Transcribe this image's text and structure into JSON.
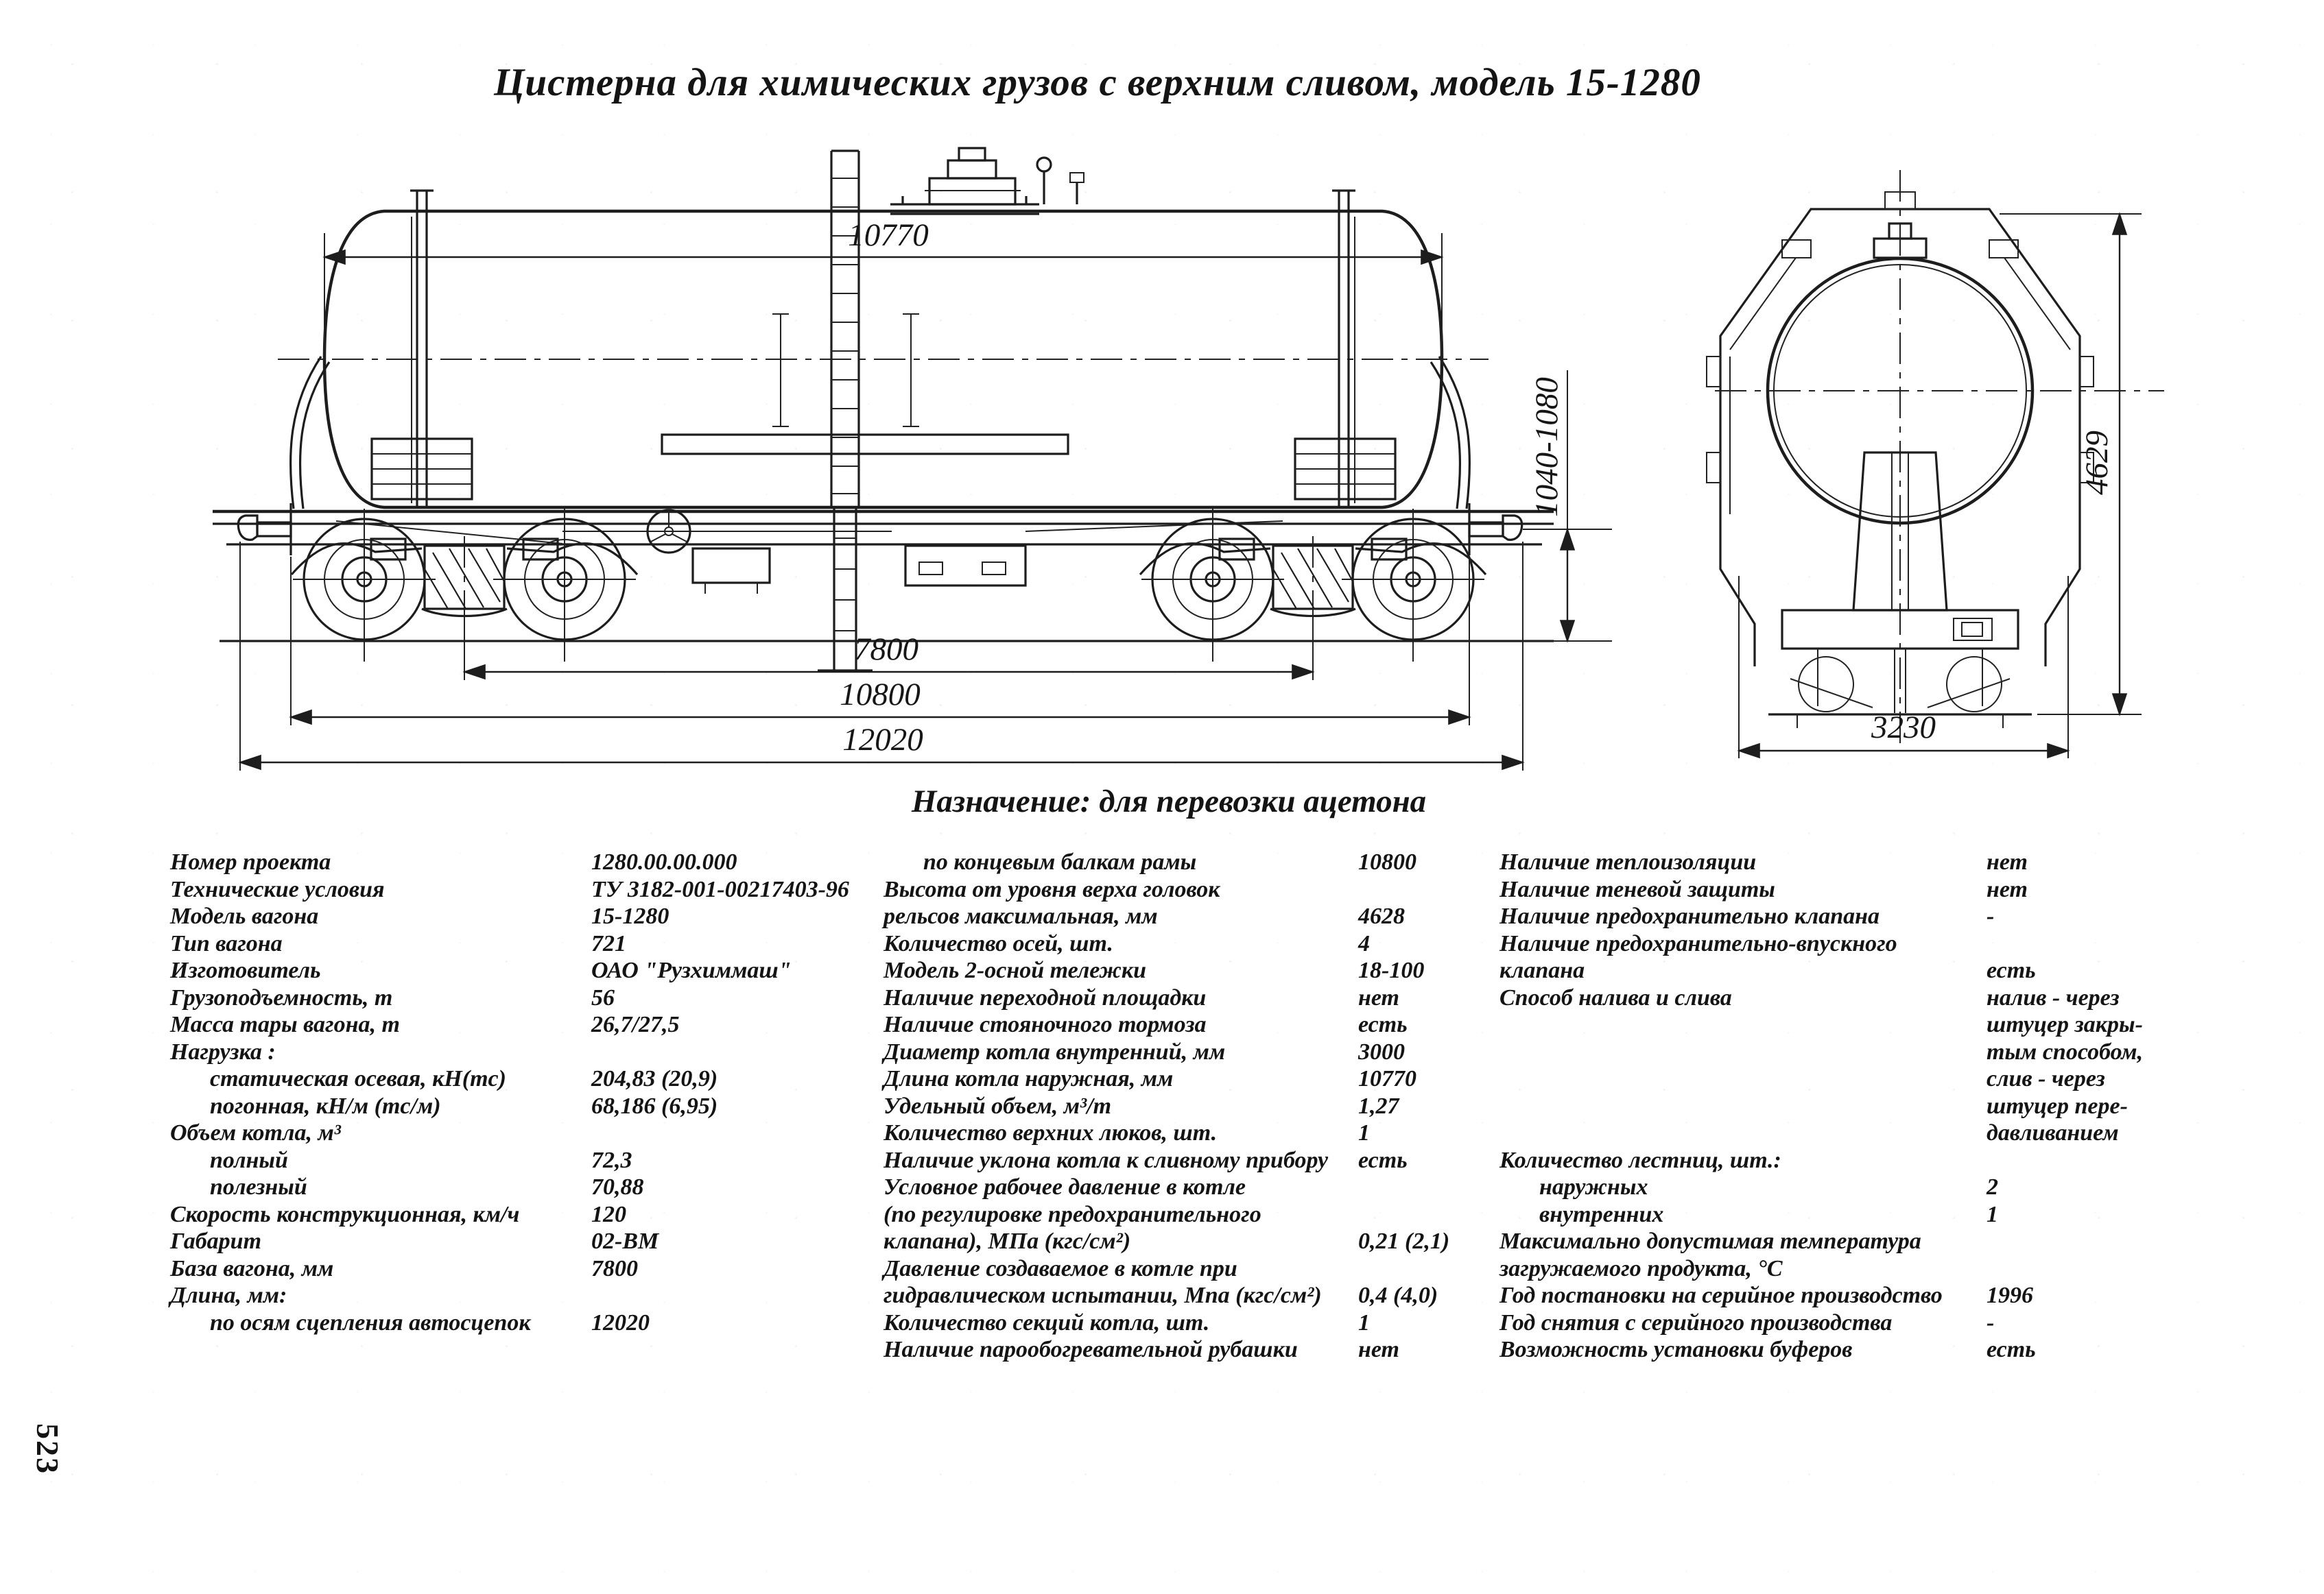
{
  "page": {
    "number": "523"
  },
  "title": "Цистерна для химических грузов с верхним сливом, модель 15-1280",
  "purpose": "Назначение: для перевозки ацетона",
  "drawing": {
    "dims": {
      "tank_length": "10770",
      "coupler_height": "1040-1080",
      "bogie_base": "7800",
      "frame_length": "10800",
      "coupling_length": "12020",
      "max_height": "4629",
      "max_width": "3230"
    }
  },
  "specs": {
    "col1": [
      {
        "label": "Номер проекта",
        "value": "1280.00.00.000"
      },
      {
        "label": "Технические условия",
        "value": "ТУ 3182-001-00217403-96"
      },
      {
        "label": "Модель вагона",
        "value": "15-1280"
      },
      {
        "label": "Тип вагона",
        "value": "721"
      },
      {
        "label": "Изготовитель",
        "value": "ОАО \"Рузхиммаш\""
      },
      {
        "label": "Грузоподъемность, т",
        "value": "56"
      },
      {
        "label": "Масса тары вагона, т",
        "value": "26,7/27,5"
      },
      {
        "label": "Нагрузка :",
        "value": ""
      },
      {
        "label": "статическая осевая, кН(тс)",
        "value": "204,83 (20,9)",
        "indent": 1
      },
      {
        "label": "погонная, кН/м (тс/м)",
        "value": "68,186 (6,95)",
        "indent": 1
      },
      {
        "label": "Объем котла, м³",
        "value": ""
      },
      {
        "label": "полный",
        "value": "72,3",
        "indent": 1
      },
      {
        "label": "полезный",
        "value": "70,88",
        "indent": 1
      },
      {
        "label": "Скорость конструкционная, км/ч",
        "value": "120"
      },
      {
        "label": "Габарит",
        "value": "02-ВМ"
      },
      {
        "label": "База вагона, мм",
        "value": "7800"
      },
      {
        "label": "Длина, мм:",
        "value": ""
      },
      {
        "label": "по осям сцепления автосцепок",
        "value": "12020",
        "indent": 1
      }
    ],
    "col2": [
      {
        "label": "по концевым балкам рамы",
        "value": "10800",
        "indent": 1
      },
      {
        "label": "Высота от уровня верха головок",
        "value": ""
      },
      {
        "label": "рельсов максимальная, мм",
        "value": "4628"
      },
      {
        "label": "Количество осей, шт.",
        "value": "4"
      },
      {
        "label": "Модель 2-осной тележки",
        "value": "18-100"
      },
      {
        "label": "Наличие переходной площадки",
        "value": "нет"
      },
      {
        "label": "Наличие стояночного тормоза",
        "value": "есть"
      },
      {
        "label": "Диаметр котла внутренний, мм",
        "value": "3000"
      },
      {
        "label": "Длина котла наружная, мм",
        "value": "10770"
      },
      {
        "label": "Удельный объем, м³/т",
        "value": "1,27"
      },
      {
        "label": "Количество верхних люков, шт.",
        "value": "1"
      },
      {
        "label": "Наличие уклона котла к сливному прибору",
        "value": "есть"
      },
      {
        "label": "Условное рабочее давление в котле",
        "value": ""
      },
      {
        "label": "(по регулировке предохранительного",
        "value": ""
      },
      {
        "label": "клапана), МПа (кгс/см²)",
        "value": "0,21 (2,1)"
      },
      {
        "label": "Давление создаваемое в котле при",
        "value": ""
      },
      {
        "label": "гидравлическом испытании, Мпа (кгс/см²)",
        "value": "0,4 (4,0)"
      },
      {
        "label": "Количество секций котла, шт.",
        "value": "1"
      },
      {
        "label": "Наличие парообогревательной рубашки",
        "value": "нет"
      }
    ],
    "col3": [
      {
        "label": "Наличие теплоизоляции",
        "value": "нет"
      },
      {
        "label": "Наличие теневой защиты",
        "value": "нет"
      },
      {
        "label": "Наличие предохранительно клапана",
        "value": "-"
      },
      {
        "label": "Наличие предохранительно-впускного",
        "value": ""
      },
      {
        "label": "клапана",
        "value": "есть"
      },
      {
        "label": "Способ налива и слива",
        "value": "налив - через"
      },
      {
        "label": "",
        "value": "штуцер закры-"
      },
      {
        "label": "",
        "value": "тым способом,"
      },
      {
        "label": "",
        "value": "слив - через"
      },
      {
        "label": "",
        "value": "штуцер пере-"
      },
      {
        "label": "",
        "value": "давливанием"
      },
      {
        "label": "Количество лестниц, шт.:",
        "value": ""
      },
      {
        "label": "наружных",
        "value": "2",
        "indent": 1
      },
      {
        "label": "внутренних",
        "value": "1",
        "indent": 1
      },
      {
        "label": "Максимально допустимая температура",
        "value": ""
      },
      {
        "label": "загружаемого продукта, °С",
        "value": ""
      },
      {
        "label": "Год постановки на серийное производство",
        "value": "1996"
      },
      {
        "label": "Год снятия с серийного производства",
        "value": "-"
      },
      {
        "label": "Возможность установки буферов",
        "value": "есть"
      }
    ]
  }
}
